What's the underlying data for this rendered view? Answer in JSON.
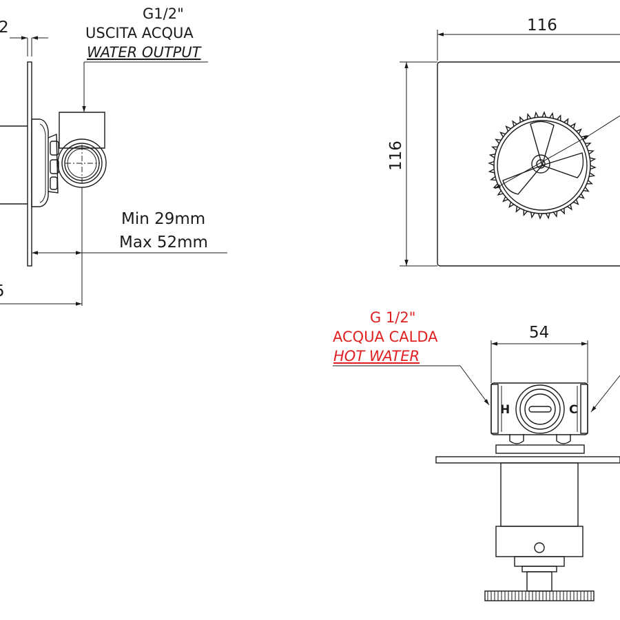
{
  "side_view": {
    "dim_top": "2",
    "dim_bottom_partial": "5",
    "outlet_thread": "G1/2\"",
    "outlet_label_it": "USCITA ACQUA",
    "outlet_label_en": "WATER OUTPUT",
    "depth_min": "Min 29mm",
    "depth_max": "Max 52mm"
  },
  "front_view": {
    "width": "116",
    "height": "116"
  },
  "top_view": {
    "width": "54",
    "hot_thread": "G 1/2\"",
    "hot_label_it": "ACQUA CALDA",
    "hot_label_en": "HOT WATER",
    "hot_marker": "H",
    "cold_marker": "C"
  },
  "colors": {
    "line": "#1a1a1a",
    "annotation_hot": "#e02020"
  }
}
